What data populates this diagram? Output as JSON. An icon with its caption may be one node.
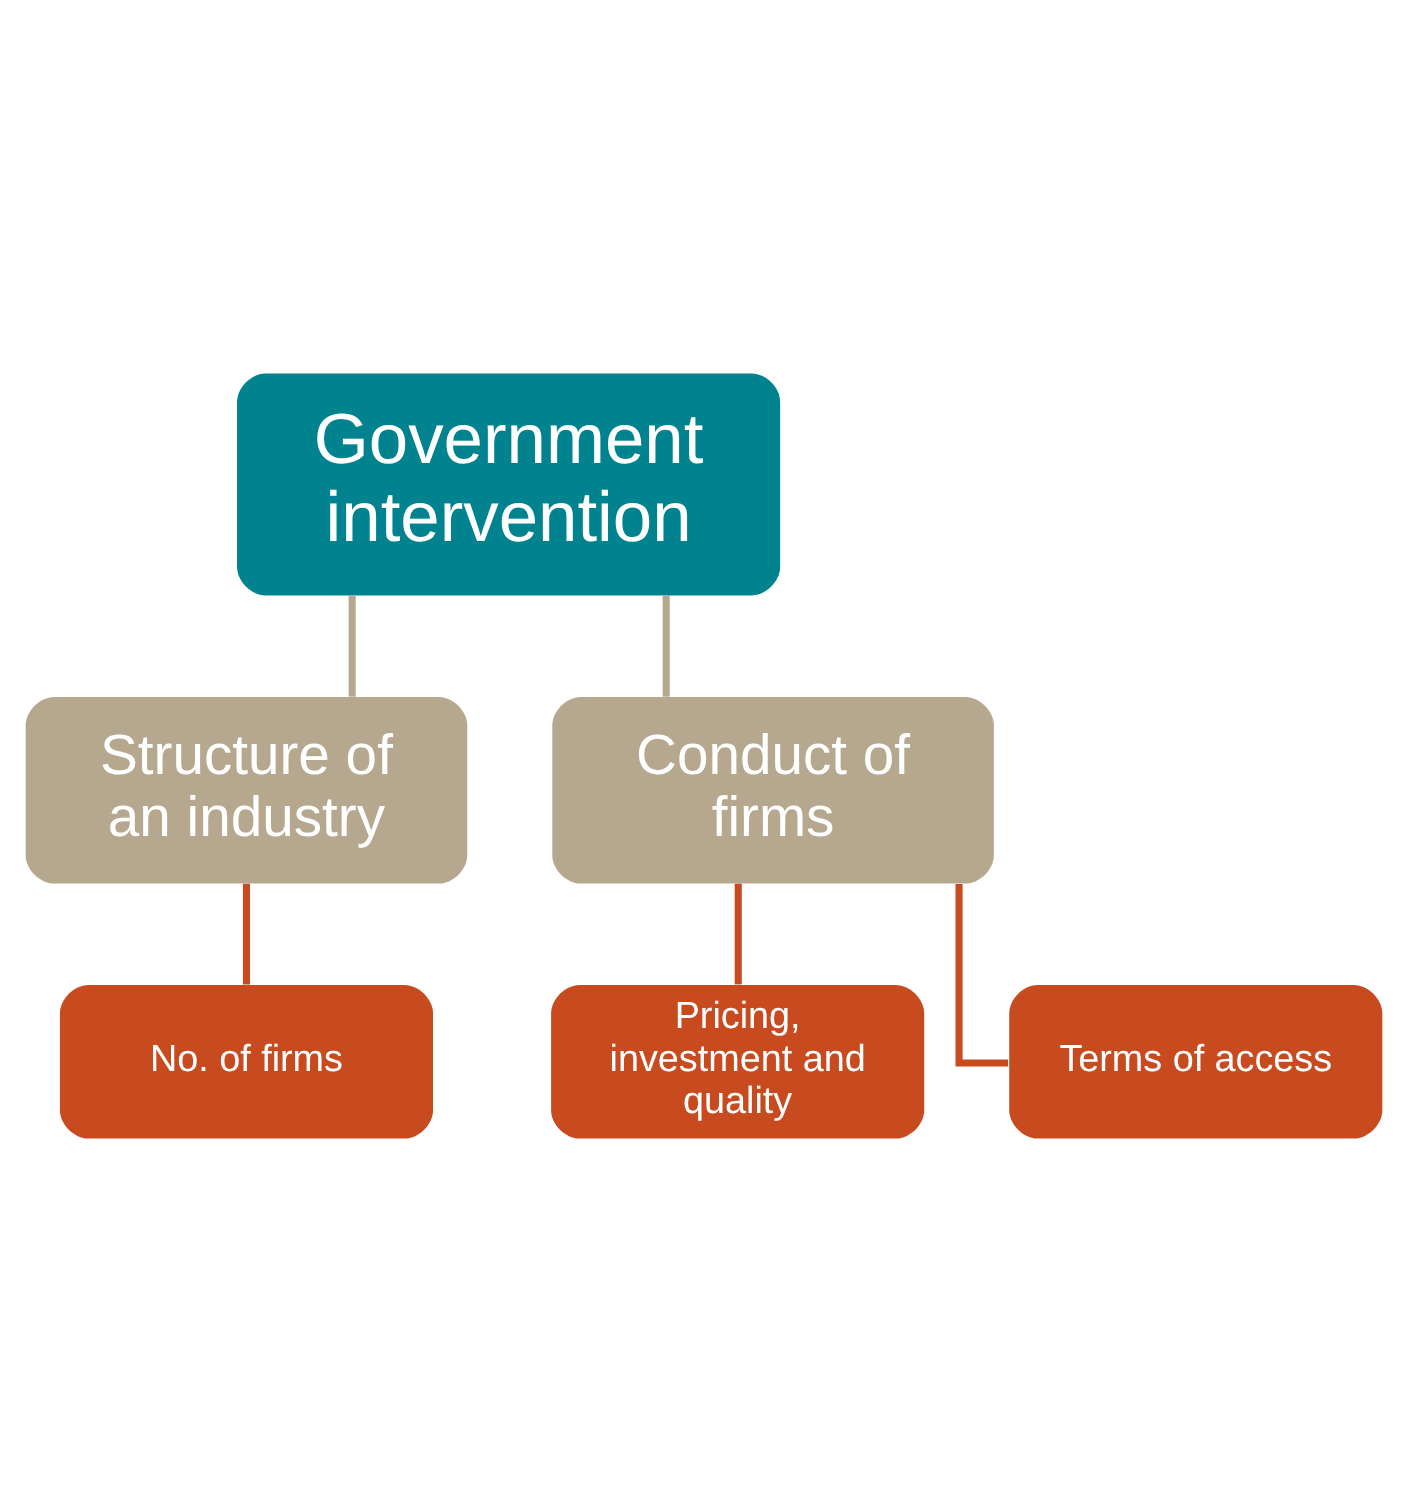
{
  "diagram": {
    "nodes": [
      {
        "text": [
          "Government intervention"
        ]
      },
      {
        "text": [
          "Structure of an industry"
        ]
      },
      {
        "text": [
          "Conduct of firms"
        ]
      },
      {
        "text": [
          "No. of firms"
        ]
      },
      {
        "text": [
          "Pricing, investment and quality"
        ]
      },
      {
        "text": [
          "Terms of access"
        ]
      }
    ],
    "edges": [
      {
        "from": 0,
        "to": 1,
        "arrow": "none",
        "color": "#b5a88f"
      },
      {
        "from": 0,
        "to": 2,
        "arrow": "none",
        "color": "#b5a88f"
      },
      {
        "from": 1,
        "to": 3,
        "arrow": "none"
      },
      {
        "from": 2,
        "to": 4,
        "arrow": "none"
      },
      {
        "from": 2,
        "to": 5,
        "arrow": "none"
      }
    ]
  }
}
